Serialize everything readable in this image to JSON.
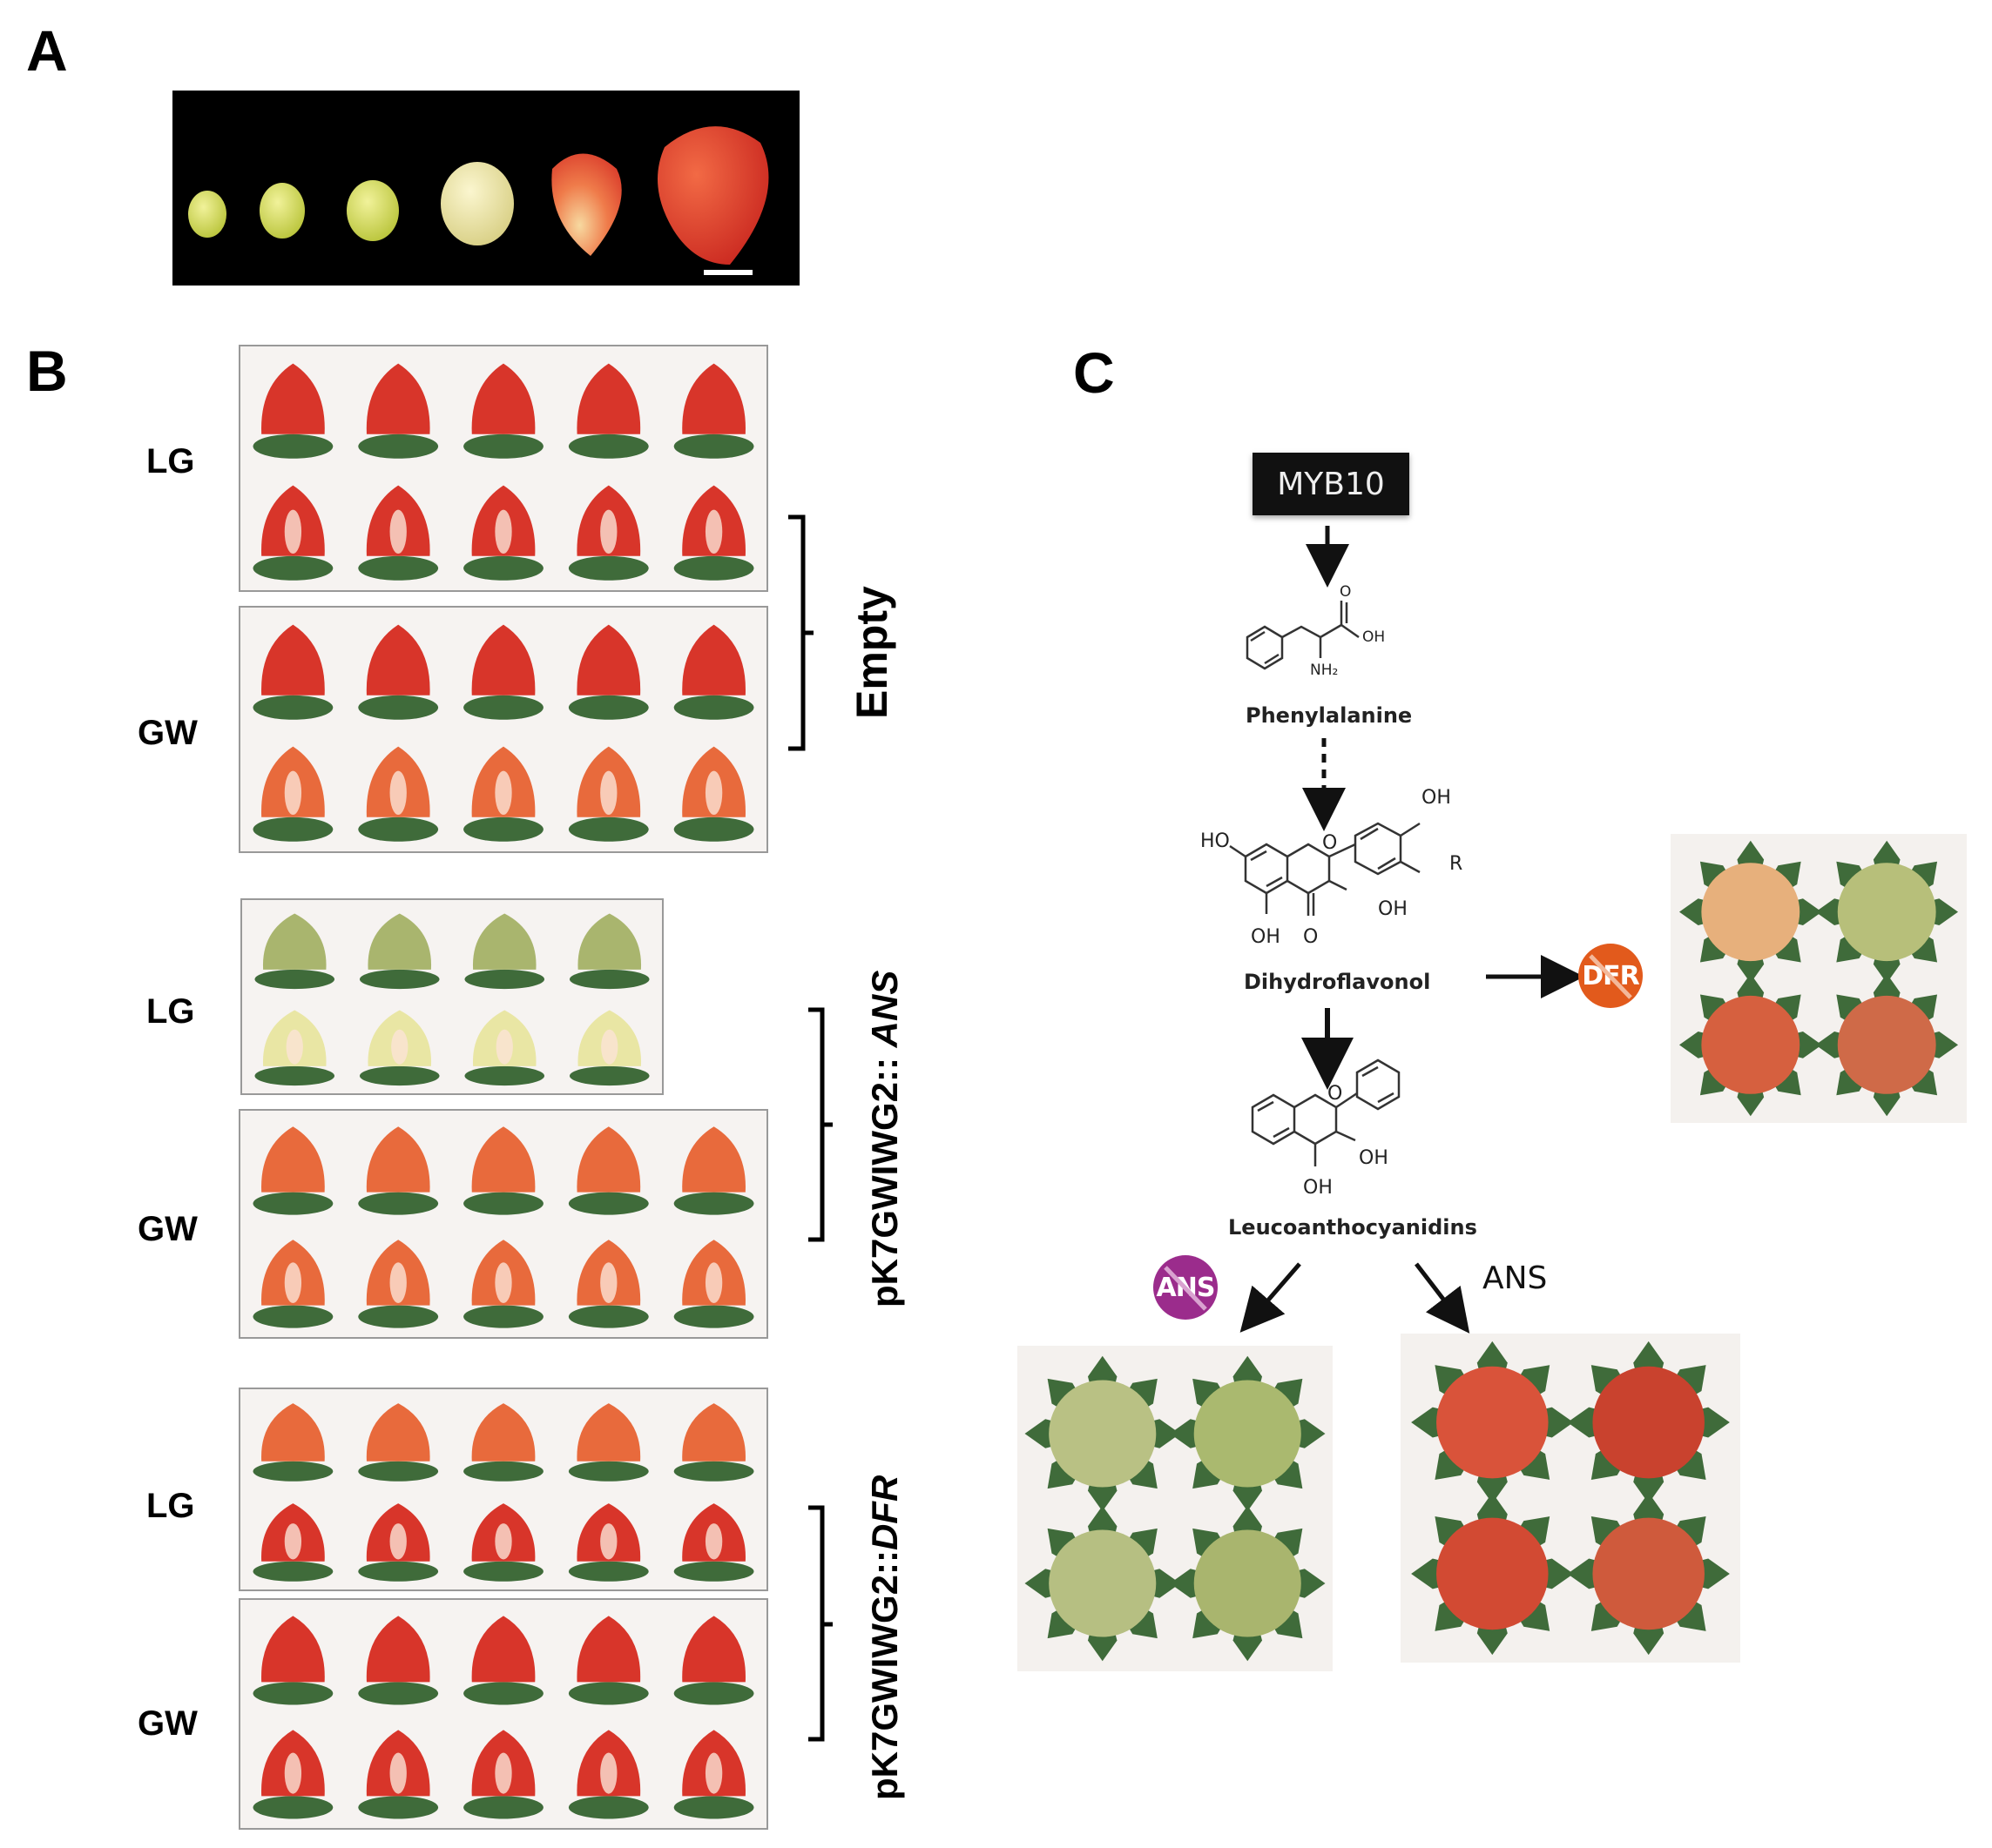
{
  "panels": {
    "a": "A",
    "b": "B",
    "c": "C"
  },
  "panel_b": {
    "row_labels": {
      "empty_lg": "LG",
      "empty_gw": "GW",
      "ans_lg": "LG",
      "ans_gw": "GW",
      "dfr_lg": "LG",
      "dfr_gw": "GW"
    },
    "groups": {
      "empty": "Empty",
      "ans_prefix": "pK7GWIWG2:: ",
      "ans_gene": "ANS",
      "dfr_prefix": "pK7GWIWG2::",
      "dfr_gene": "DFR"
    }
  },
  "panel_c": {
    "regulator": "MYB10",
    "compounds": {
      "phenylalanine": "Phenylalanine",
      "dihydroflavonol": "Dihydroflavonol",
      "leucoanthocyanidins": "Leucoanthocyanidins"
    },
    "atoms": {
      "oh": "OH",
      "nh2": "NH₂",
      "ho": "HO",
      "o": "O",
      "r": "R"
    },
    "enzymes": {
      "dfr_blocked": "DFR",
      "ans_blocked": "ANS",
      "ans_active": "ANS"
    }
  },
  "colors": {
    "berry_red": "#d8352a",
    "berry_orange": "#e86a3c",
    "berry_pale": "#e9e6a4",
    "berry_green": "#a9b56e",
    "sepal": "#3f6b3a",
    "dfr_badge": "#e25a1c",
    "ans_badge": "#9b2c8c"
  }
}
